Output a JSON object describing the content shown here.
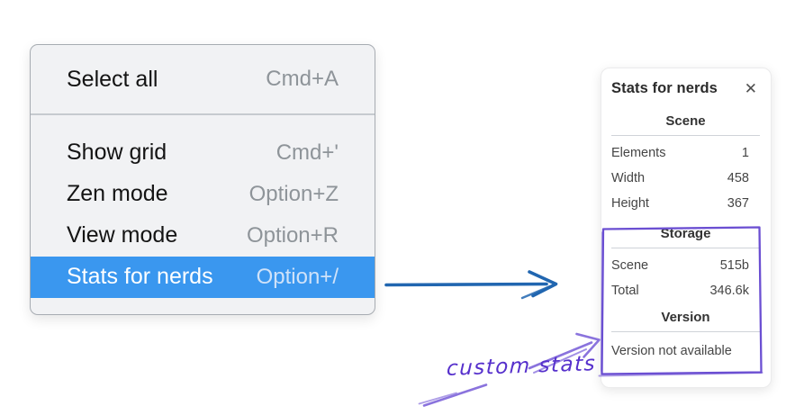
{
  "menu": {
    "items": [
      {
        "label": "Select all",
        "shortcut": "Cmd+A"
      },
      {
        "label": "Show grid",
        "shortcut": "Cmd+'"
      },
      {
        "label": "Zen mode",
        "shortcut": "Option+Z"
      },
      {
        "label": "View mode",
        "shortcut": "Option+R"
      },
      {
        "label": "Stats for nerds",
        "shortcut": "Option+/"
      }
    ],
    "highlighted_item": "Stats for nerds"
  },
  "stats_panel": {
    "title": "Stats for nerds",
    "close_icon": "✕",
    "sections": [
      {
        "heading": "Scene",
        "rows": [
          [
            "Elements",
            "1"
          ],
          [
            "Width",
            "458"
          ],
          [
            "Height",
            "367"
          ]
        ]
      },
      {
        "heading": "Storage",
        "rows": [
          [
            "Scene",
            "515b"
          ],
          [
            "Total",
            "346.6k"
          ]
        ]
      },
      {
        "heading": "Version",
        "note": "Version not available"
      }
    ]
  },
  "annotations": {
    "custom_stats_label": "custom stats"
  },
  "colors": {
    "menu_highlight": "#3a97ef",
    "arrow_blue": "#2166b0",
    "annotation_purple": "#6b4fd2",
    "annotation_purple_light": "#8a73dd"
  }
}
